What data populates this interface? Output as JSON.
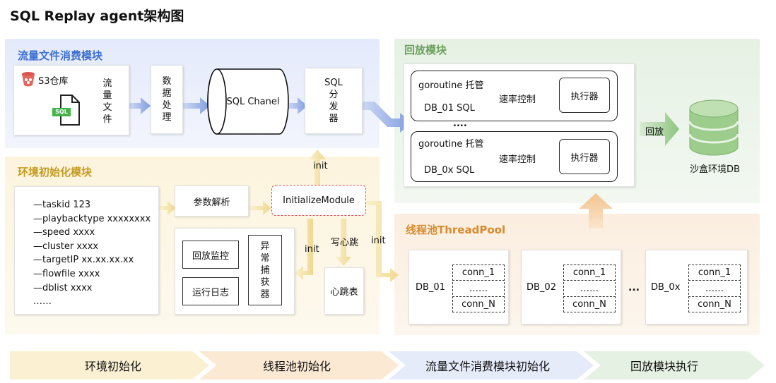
{
  "title": "SQL Replay agent架构图",
  "consume": {
    "title": "流量文件消费模块",
    "s3_label": "S3仓库",
    "sql_file_label": "SQL",
    "flow_file_label": [
      "流",
      "量",
      "文",
      "件"
    ],
    "data_process_label": [
      "数",
      "据",
      "处",
      "理"
    ],
    "sql_chanel_label": "SQL Chanel",
    "dispatcher_label": [
      "SQL",
      "分",
      "发",
      "器"
    ]
  },
  "replay": {
    "title": "回放模块",
    "managed_1": {
      "goroutine": "goroutine 托管",
      "db": "DB_01 SQL",
      "rate": "速率控制",
      "executor": "执行器"
    },
    "dots": "....",
    "managed_2": {
      "goroutine": "goroutine 托管",
      "db": "DB_0x SQL",
      "rate": "速率控制",
      "executor": "执行器"
    },
    "replay_label": "回放",
    "sandbox_label": "沙盒环境DB"
  },
  "env": {
    "title": "环境初始化模块",
    "params": [
      "—taskid 123",
      "—playbacktype xxxxxxxx",
      "—speed xxxx",
      "—cluster xxxx",
      "—targetIP xx.xx.xx.xx",
      "—flowfile xxxx",
      "—dblist xxxx",
      "……"
    ],
    "parse_label": "参数解析",
    "init_module_label": "InitializeModule",
    "monitor_label": "回放监控",
    "log_label": "运行日志",
    "catcher_label": [
      "异",
      "常",
      "捕",
      "获",
      "器"
    ],
    "heartbeat_table_label": "心跳表",
    "init_up_label": "init",
    "init_left_label": "init",
    "write_heartbeat_label": "写心跳",
    "init_right_label": "init"
  },
  "pool": {
    "title": "线程池ThreadPool",
    "groups": [
      {
        "db": "DB_01",
        "conn1": "conn_1",
        "mid": "……",
        "connN": "conn_N"
      },
      {
        "db": "DB_02",
        "conn1": "conn_1",
        "mid": "……",
        "connN": "conn_N"
      },
      {
        "db": "DB_0x",
        "conn1": "conn_1",
        "mid": "……",
        "connN": "conn_N"
      }
    ],
    "ellipsis": "..."
  },
  "steps": [
    "环境初始化",
    "线程池初始化",
    "流量文件消费模块初始化",
    "回放模块执行"
  ],
  "colors": {
    "consume_bg": "#eaeefb",
    "env_bg": "#fbf5e3",
    "replay_bg": "#ebf4ea",
    "pool_bg": "#fbf0e4",
    "blue_arrow": "#8aa5e3",
    "yellow_arrow": "#f1dd9c",
    "green_arrow": "#9dcb93",
    "orange_arrow": "#f5cfa3",
    "consume_title": "#3c6fd0",
    "env_title": "#c69a20",
    "replay_title": "#6aa05c",
    "pool_title": "#d98a2e"
  }
}
